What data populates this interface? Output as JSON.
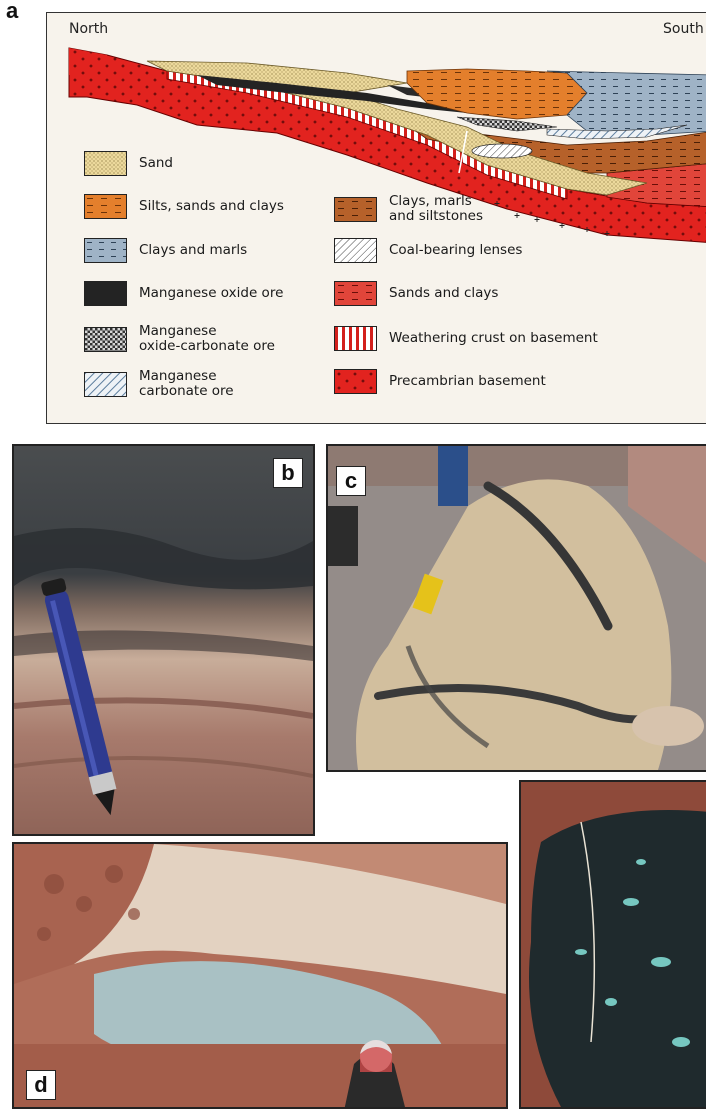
{
  "panels": {
    "a": {
      "letter": "a",
      "north_label": "North",
      "south_label": "South",
      "legend": [
        {
          "label": "Sand",
          "pattern": "sand"
        },
        {
          "label": "Silts, sands and clays",
          "pattern": "silts"
        },
        {
          "label": "Clays and marls",
          "pattern": "claysmarls"
        },
        {
          "label": "Manganese oxide ore",
          "pattern": "mnoxide"
        },
        {
          "label": "Manganese\noxide-carbonate ore",
          "pattern": "mnoxcarb"
        },
        {
          "label": "Manganese\ncarbonate ore",
          "pattern": "mncarb"
        },
        {
          "label": "Clays, marls\nand siltstones",
          "pattern": "claysilt"
        },
        {
          "label": "Coal-bearing lenses",
          "pattern": "coal"
        },
        {
          "label": "Sands and clays",
          "pattern": "sandsclays"
        },
        {
          "label": "Weathering crust on basement",
          "pattern": "crust"
        },
        {
          "label": "Precambrian basement",
          "pattern": "basement"
        }
      ]
    },
    "b": {
      "letter": "b"
    },
    "c": {
      "letter": "c"
    },
    "d": {
      "letter": "d"
    }
  },
  "colors": {
    "sand": "#e9d79a",
    "silts": "#e47f2c",
    "clays_marls": "#9fb3c6",
    "mn_oxide": "#2a2a2a",
    "clay_silt": "#b6612a",
    "sands_clays": "#e1453a",
    "basement": "#e2231f",
    "crust_stripe": "#d3201c"
  }
}
